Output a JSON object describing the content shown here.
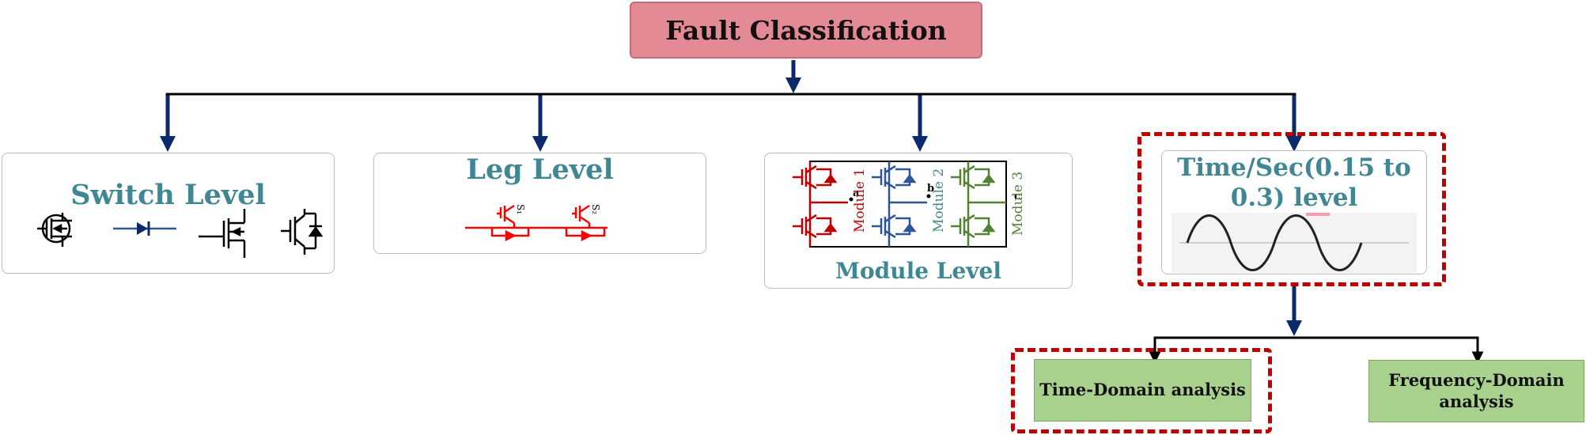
{
  "diagram": {
    "root": {
      "label": "Fault Classification"
    },
    "levels": [
      {
        "id": "switch",
        "label": "Switch Level"
      },
      {
        "id": "leg",
        "label": "Leg Level"
      },
      {
        "id": "module",
        "label": "Module Level",
        "module_labels": [
          "Module 1",
          "Module 2",
          "Module 3"
        ],
        "node_labels": [
          "a",
          "b",
          "c"
        ]
      },
      {
        "id": "time",
        "label": "Time/Sec(0.15 to 0.3) level"
      }
    ],
    "leg_switch_labels": [
      "S₁",
      "S₂"
    ],
    "analysis": [
      {
        "id": "time-domain",
        "label": "Time-Domain analysis"
      },
      {
        "id": "frequency-domain",
        "label": "Frequency-Domain analysis"
      }
    ],
    "colors": {
      "root_fill": "#e38a95",
      "title_text": "#3f8792",
      "connector": "#0b2a6b",
      "highlight_dash": "#c00000",
      "analysis_fill": "#a9d18e",
      "module1": "#c00000",
      "module2": "#2f5597",
      "module3": "#548235",
      "leg_circuit": "#ff0000"
    }
  }
}
